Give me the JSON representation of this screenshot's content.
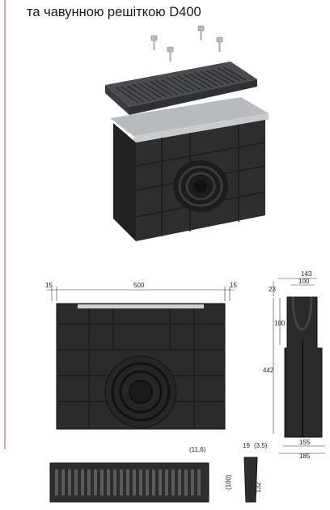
{
  "heading": "та чавунною решіткою D400",
  "colors": {
    "accent": "#e0a79a",
    "plastic": "#2e2e2e",
    "grate": "#4a4d4f",
    "steel": "#c9ccce"
  },
  "dimensions": {
    "front_left": "15",
    "front_length": "500",
    "front_right": "15",
    "side_top_width": "143",
    "side_inner_width": "100",
    "side_flange": "23",
    "side_upper_height": "100",
    "side_total_height": "442",
    "side_base_inner": "155",
    "side_base_outer": "185",
    "grate_rib": "(11,6)",
    "grate_section_width": "19",
    "grate_section_lip": "(3,5)",
    "grate_section_inner": "(100)",
    "grate_section_height": "132"
  }
}
